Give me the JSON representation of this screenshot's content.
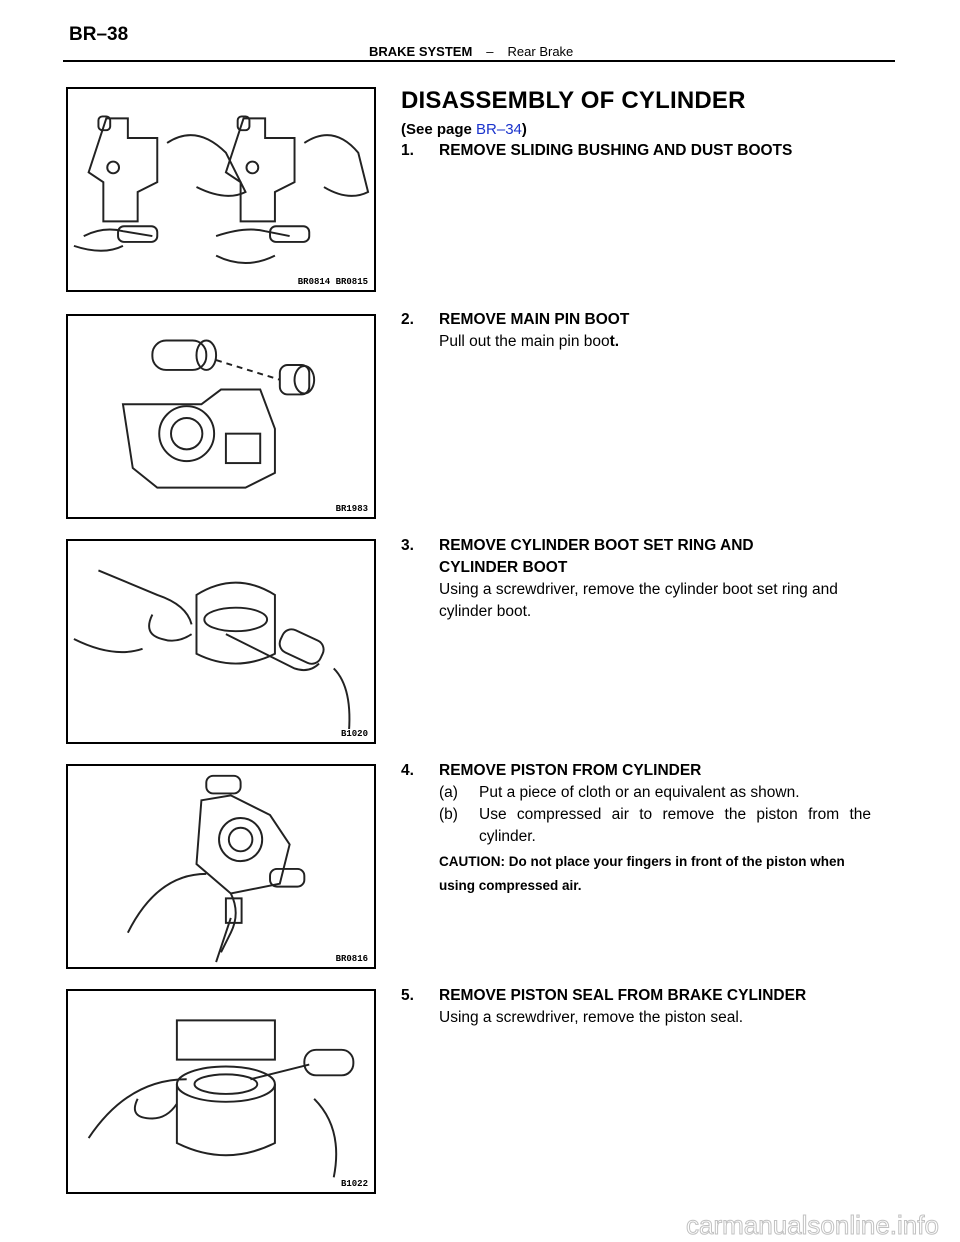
{
  "header": {
    "page_number": "BR–38",
    "system": "BRAKE SYSTEM",
    "separator": "–",
    "section": "Rear Brake"
  },
  "main": {
    "title": "DISASSEMBLY OF CYLINDER",
    "ref_prefix": "(See page ",
    "ref_link": "BR–34",
    "ref_suffix": ")"
  },
  "steps": [
    {
      "num": "1.",
      "heading": "REMOVE SLIDING BUSHING AND DUST BOOTS"
    },
    {
      "num": "2.",
      "heading": "REMOVE MAIN PIN BOOT",
      "body_prefix": "Pull out the main pin boo",
      "body_bold": "t."
    },
    {
      "num": "3.",
      "heading_line1": "REMOVE CYLINDER BOOT SET RING AND",
      "heading_line2": "CYLINDER BOOT",
      "body": "Using a screwdriver, remove the cylinder boot set ring and cylinder boot."
    },
    {
      "num": "4.",
      "heading": "REMOVE PISTON FROM CYLINDER",
      "sub": [
        {
          "label": "(a)",
          "text": "Put a piece of cloth or an equivalent as shown."
        },
        {
          "label": "(b)",
          "text": "Use compressed air to remove the piston from the cylinder."
        }
      ],
      "caution": "CAUTION: Do not place your fingers in front of the piston when using compressed air."
    },
    {
      "num": "5.",
      "heading": "REMOVE PISTON SEAL FROM BRAKE CYLINDER",
      "body": "Using a screwdriver, remove the piston seal."
    }
  ],
  "figures": [
    {
      "code": "BR0814  BR0815"
    },
    {
      "code": "BR1983"
    },
    {
      "code": "B1020"
    },
    {
      "code": "BR0816"
    },
    {
      "code": "B1022"
    }
  ],
  "watermark": "carmanualsonline.info"
}
